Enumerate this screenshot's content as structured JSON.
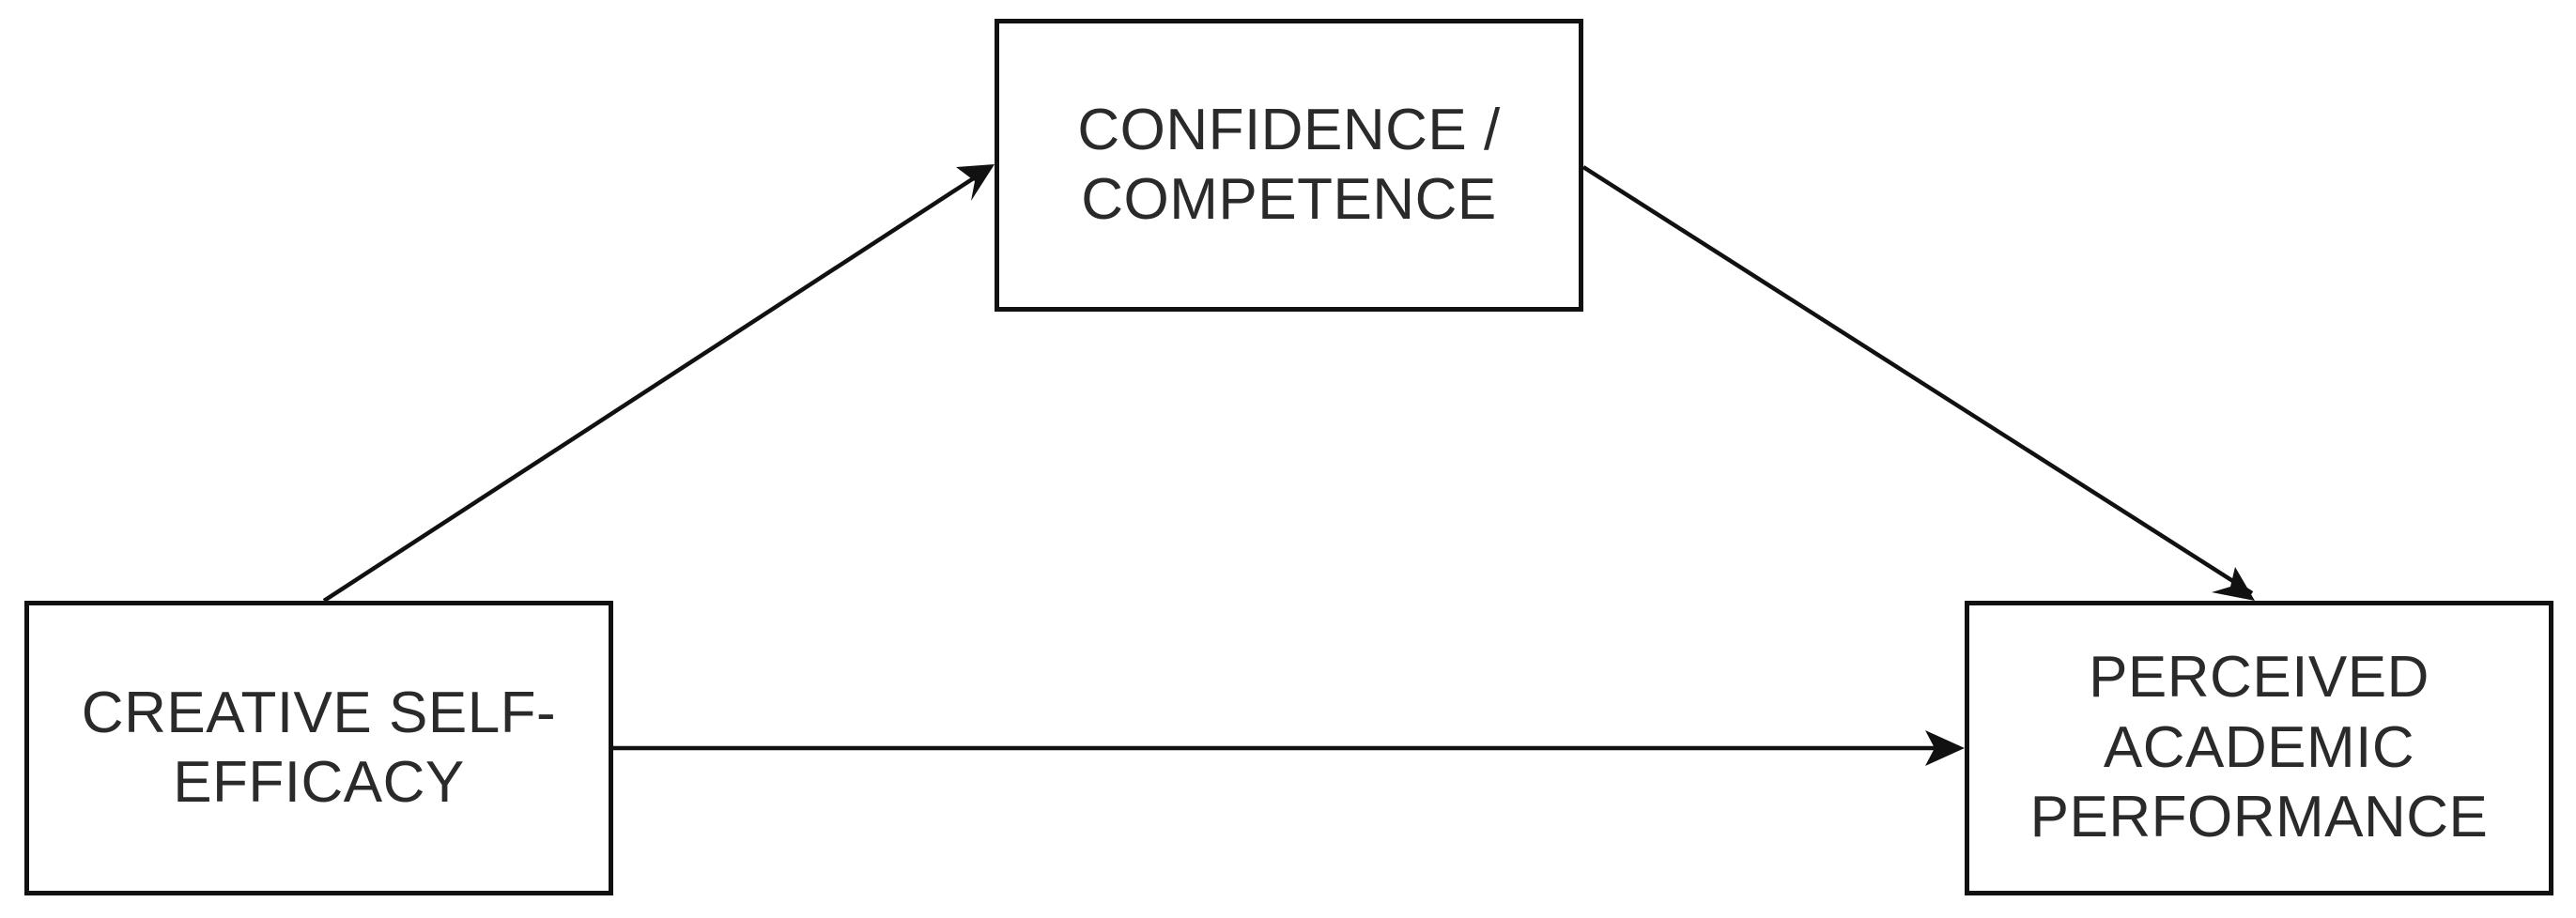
{
  "diagram": {
    "nodes": {
      "confidence": {
        "label": "CONFIDENCE /\nCOMPETENCE"
      },
      "creative": {
        "label": "CREATIVE SELF-\nEFFICACY"
      },
      "perceived": {
        "label": "PERCEIVED\nACADEMIC\nPERFORMANCE"
      }
    },
    "edges": [
      {
        "from": "creative",
        "to": "confidence"
      },
      {
        "from": "confidence",
        "to": "perceived"
      },
      {
        "from": "creative",
        "to": "perceived"
      }
    ],
    "colors": {
      "stroke": "#111111",
      "text": "#2a2a2a",
      "background": "#ffffff"
    }
  }
}
